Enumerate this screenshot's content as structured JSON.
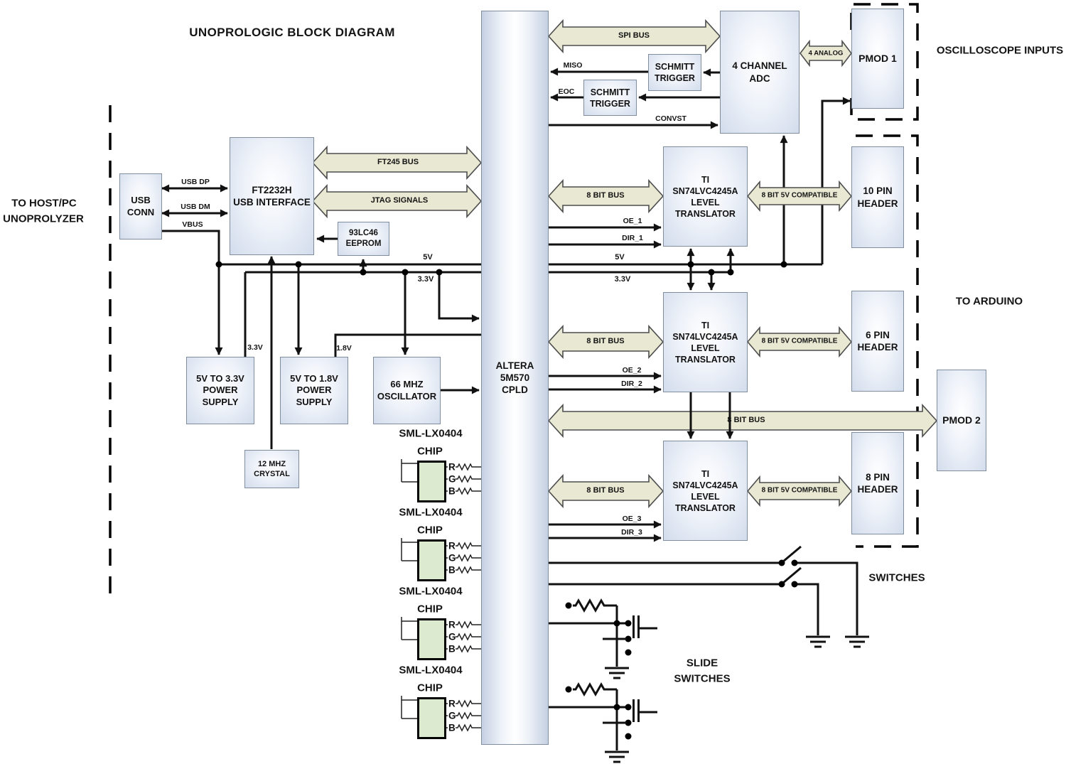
{
  "title": "UNOPROLOGIC BLOCK DIAGRAM",
  "side_labels": {
    "host_line1": "TO HOST/PC",
    "host_line2": "UNOPROLYZER",
    "oscilloscope": "OSCILLOSCOPE INPUTS",
    "arduino": "TO ARDUINO",
    "switches": "SWITCHES",
    "slide_line1": "SLIDE",
    "slide_line2": "SWITCHES"
  },
  "blocks": {
    "usb_conn": {
      "l1": "USB",
      "l2": "CONN"
    },
    "ft2232h": {
      "l1": "FT2232H",
      "l2": "USB INTERFACE"
    },
    "eeprom": {
      "l1": "93LC46",
      "l2": "EEPROM"
    },
    "ps33": {
      "l1": "5V TO 3.3V",
      "l2": "POWER",
      "l3": "SUPPLY"
    },
    "ps18": {
      "l1": "5V TO 1.8V",
      "l2": "POWER",
      "l3": "SUPPLY"
    },
    "crystal": {
      "l1": "12 MHZ",
      "l2": "CRYSTAL"
    },
    "oscillator": {
      "l1": "66 MHZ",
      "l2": "OSCILLATOR"
    },
    "cpld": {
      "l1": "ALTERA",
      "l2": "5M570",
      "l3": "CPLD"
    },
    "schmitt": {
      "l1": "SCHMITT",
      "l2": "TRIGGER"
    },
    "adc": {
      "l1": "4 CHANNEL",
      "l2": "ADC"
    },
    "pmod1": "PMOD 1",
    "pmod2": "PMOD 2",
    "hdr10": {
      "l1": "10 PIN",
      "l2": "HEADER"
    },
    "hdr6": {
      "l1": "6 PIN",
      "l2": "HEADER"
    },
    "hdr8": {
      "l1": "8 PIN",
      "l2": "HEADER"
    },
    "translator": {
      "l1": "TI",
      "l2": "SN74LVC4245A",
      "l3": "LEVEL",
      "l4": "TRANSLATOR"
    }
  },
  "led_chip": {
    "part": "SML-LX0404",
    "name": "CHIP",
    "pins": [
      "R",
      "G",
      "B"
    ]
  },
  "buses": {
    "spi": "SPI BUS",
    "ft245": "FT245 BUS",
    "jtag": "JTAG SIGNALS",
    "bit8": "8 BIT BUS",
    "compat": "8 BIT 5V COMPATIBLE",
    "analog": "4 ANALOG"
  },
  "signals": {
    "usb_dp": "USB DP",
    "usb_dm": "USB DM",
    "vbus": "VBUS",
    "miso": "MISO",
    "eoc": "EOC",
    "convst": "CONVST",
    "oe1": "OE_1",
    "dir1": "DIR_1",
    "oe2": "OE_2",
    "dir2": "DIR_2",
    "oe3": "OE_3",
    "dir3": "DIR_3"
  },
  "power": {
    "v5": "5V",
    "v33": "3.3V",
    "v18": "1.8V"
  },
  "colors": {
    "box_fill": "#e3eaf4",
    "box_border": "#7f8d9d",
    "bus_fill": "#e9e9d3",
    "bus_border": "#4d4d4d",
    "led_chip_fill": "#dcead0",
    "wire": "#111111",
    "background": "#ffffff"
  }
}
